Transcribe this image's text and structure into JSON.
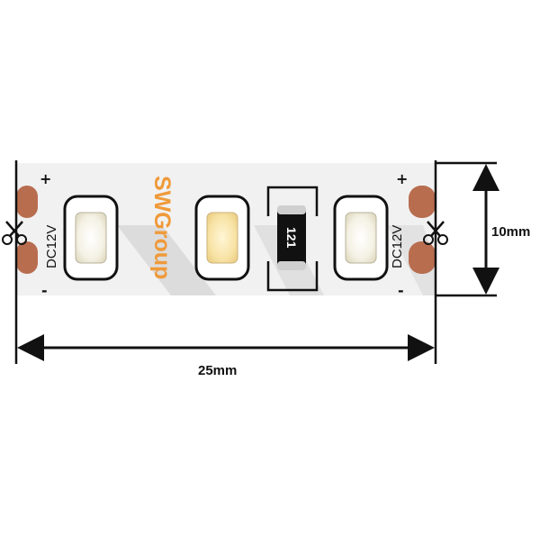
{
  "brand": {
    "name": "SWGroup",
    "color": "#ef9a3a"
  },
  "strip": {
    "voltage_label_left": "DC12V",
    "voltage_label_right": "DC12V",
    "plus_sign": "+",
    "minus_sign": "-",
    "resistor_code": "121",
    "pad_color": "#b86d4f",
    "led_warm_color": "#f8e3a6",
    "led_cool_color": "#f4f1e4",
    "led_count": 3,
    "scissors_icon": "scissors-icon"
  },
  "dimensions": {
    "length_label": "25mm",
    "width_label": "10mm"
  }
}
